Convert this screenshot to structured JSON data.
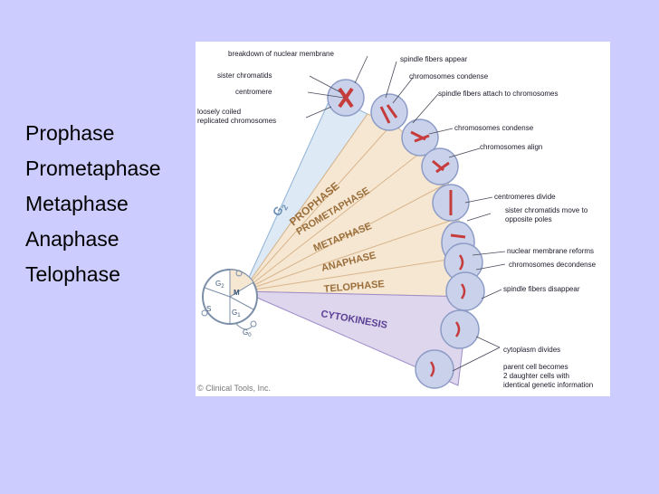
{
  "phase_list": [
    "Prophase",
    "Prometaphase",
    "Metaphase",
    "Anaphase",
    "Telophase"
  ],
  "cycle": {
    "g2": "G",
    "g2_sub": "2",
    "g1": "G",
    "g1_sub": "1",
    "s": "S",
    "g0": "G",
    "g0_sub": "0",
    "m": "M"
  },
  "wedges": {
    "g2": "G",
    "g2_sub": "2",
    "prophase": "PROPHASE",
    "prometaphase": "PROMETAPHASE",
    "metaphase": "METAPHASE",
    "anaphase": "ANAPHASE",
    "telophase": "TELOPHASE",
    "cytokinesis": "CYTOKINESIS"
  },
  "labels": {
    "breakdown": "breakdown of nuclear membrane",
    "sister_chromatids": "sister chromatids",
    "centromere": "centromere",
    "loosely_coiled_1": "loosely coiled",
    "loosely_coiled_2": "replicated chromosomes",
    "spindle_appear": "spindle fibers appear",
    "chrom_condense_1": "chromosomes condense",
    "spindle_attach": "spindle fibers attach to chromosomes",
    "chrom_condense_2": "chromosomes condense",
    "chrom_align": "chromosomes align",
    "centromeres_divide": "centromeres divide",
    "sister_move_1": "sister chromatids move to",
    "sister_move_2": "opposite poles",
    "nuclear_reform": "nuclear membrane reforms",
    "chrom_decondense": "chromosomes decondense",
    "spindle_disappear": "spindle fibers disappear",
    "cytoplasm_divides": "cytoplasm divides",
    "parent_1": "parent cell becomes",
    "parent_2": "2 daughter cells with",
    "parent_3": "identical genetic information",
    "copyright": "© Clinical Tools, Inc."
  },
  "colors": {
    "background": "#ccccff",
    "panel": "#ffffff",
    "g2_wedge": "#dde9f4",
    "phase_wedge": "#f6e7d2",
    "cyto_wedge": "#ddd6ec",
    "brown_text": "#9b6f3c",
    "purple_text": "#5b3f95",
    "blue_text": "#6c8fb4"
  }
}
